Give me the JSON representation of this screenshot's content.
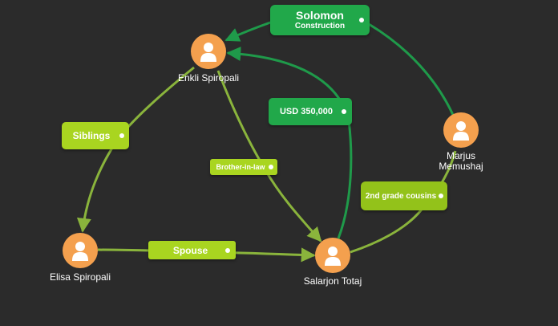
{
  "colors": {
    "background": "#2b2b2b",
    "person": "#f4a04e",
    "lime_edge": "#8ab43c",
    "green_edge": "#1f9a4a",
    "lime_label": "#a9d520",
    "green_label": "#21a84a"
  },
  "icons": {
    "person": "user-icon",
    "edge_end": "arrowhead"
  },
  "people": {
    "enkli": "Enkli Spiropali",
    "marjus": [
      "Marjus",
      "Memushaj"
    ],
    "elisa": "Elisa Spiropali",
    "salarjon": "Salarjon Totaj"
  },
  "labels": {
    "solomon_title": "Solomon",
    "solomon_sub": "Construction",
    "usd": "USD 350,000",
    "siblings": "Siblings",
    "brother": "Brother-in-law",
    "cousins": "2nd grade cousins",
    "spouse": "Spouse"
  }
}
